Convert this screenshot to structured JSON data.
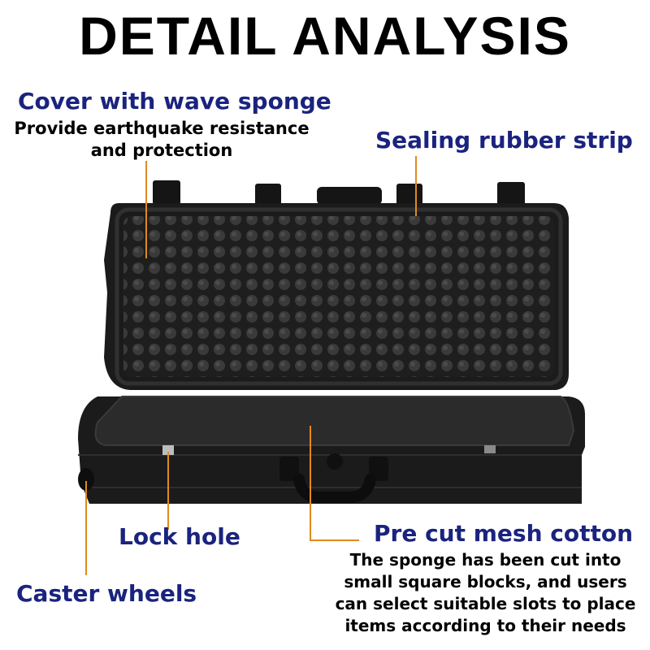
{
  "title": "DETAIL ANALYSIS",
  "callouts": {
    "cover": {
      "title": "Cover with wave sponge",
      "desc_line1": "Provide earthquake resistance",
      "desc_line2": "and protection"
    },
    "seal": {
      "title": "Sealing rubber strip"
    },
    "lock": {
      "title": "Lock hole"
    },
    "caster": {
      "title": "Caster wheels"
    },
    "precut": {
      "title": "Pre cut mesh cotton",
      "desc_line1": "The sponge has been cut into",
      "desc_line2": "small square blocks, and users",
      "desc_line3": "can select suitable slots to place",
      "desc_line4": "items according to their needs"
    }
  },
  "colors": {
    "label_blue": "#1a237e",
    "leader_orange": "#e08a1e",
    "case_black": "#1b1b1b",
    "foam_dark": "#2a2a2a"
  }
}
